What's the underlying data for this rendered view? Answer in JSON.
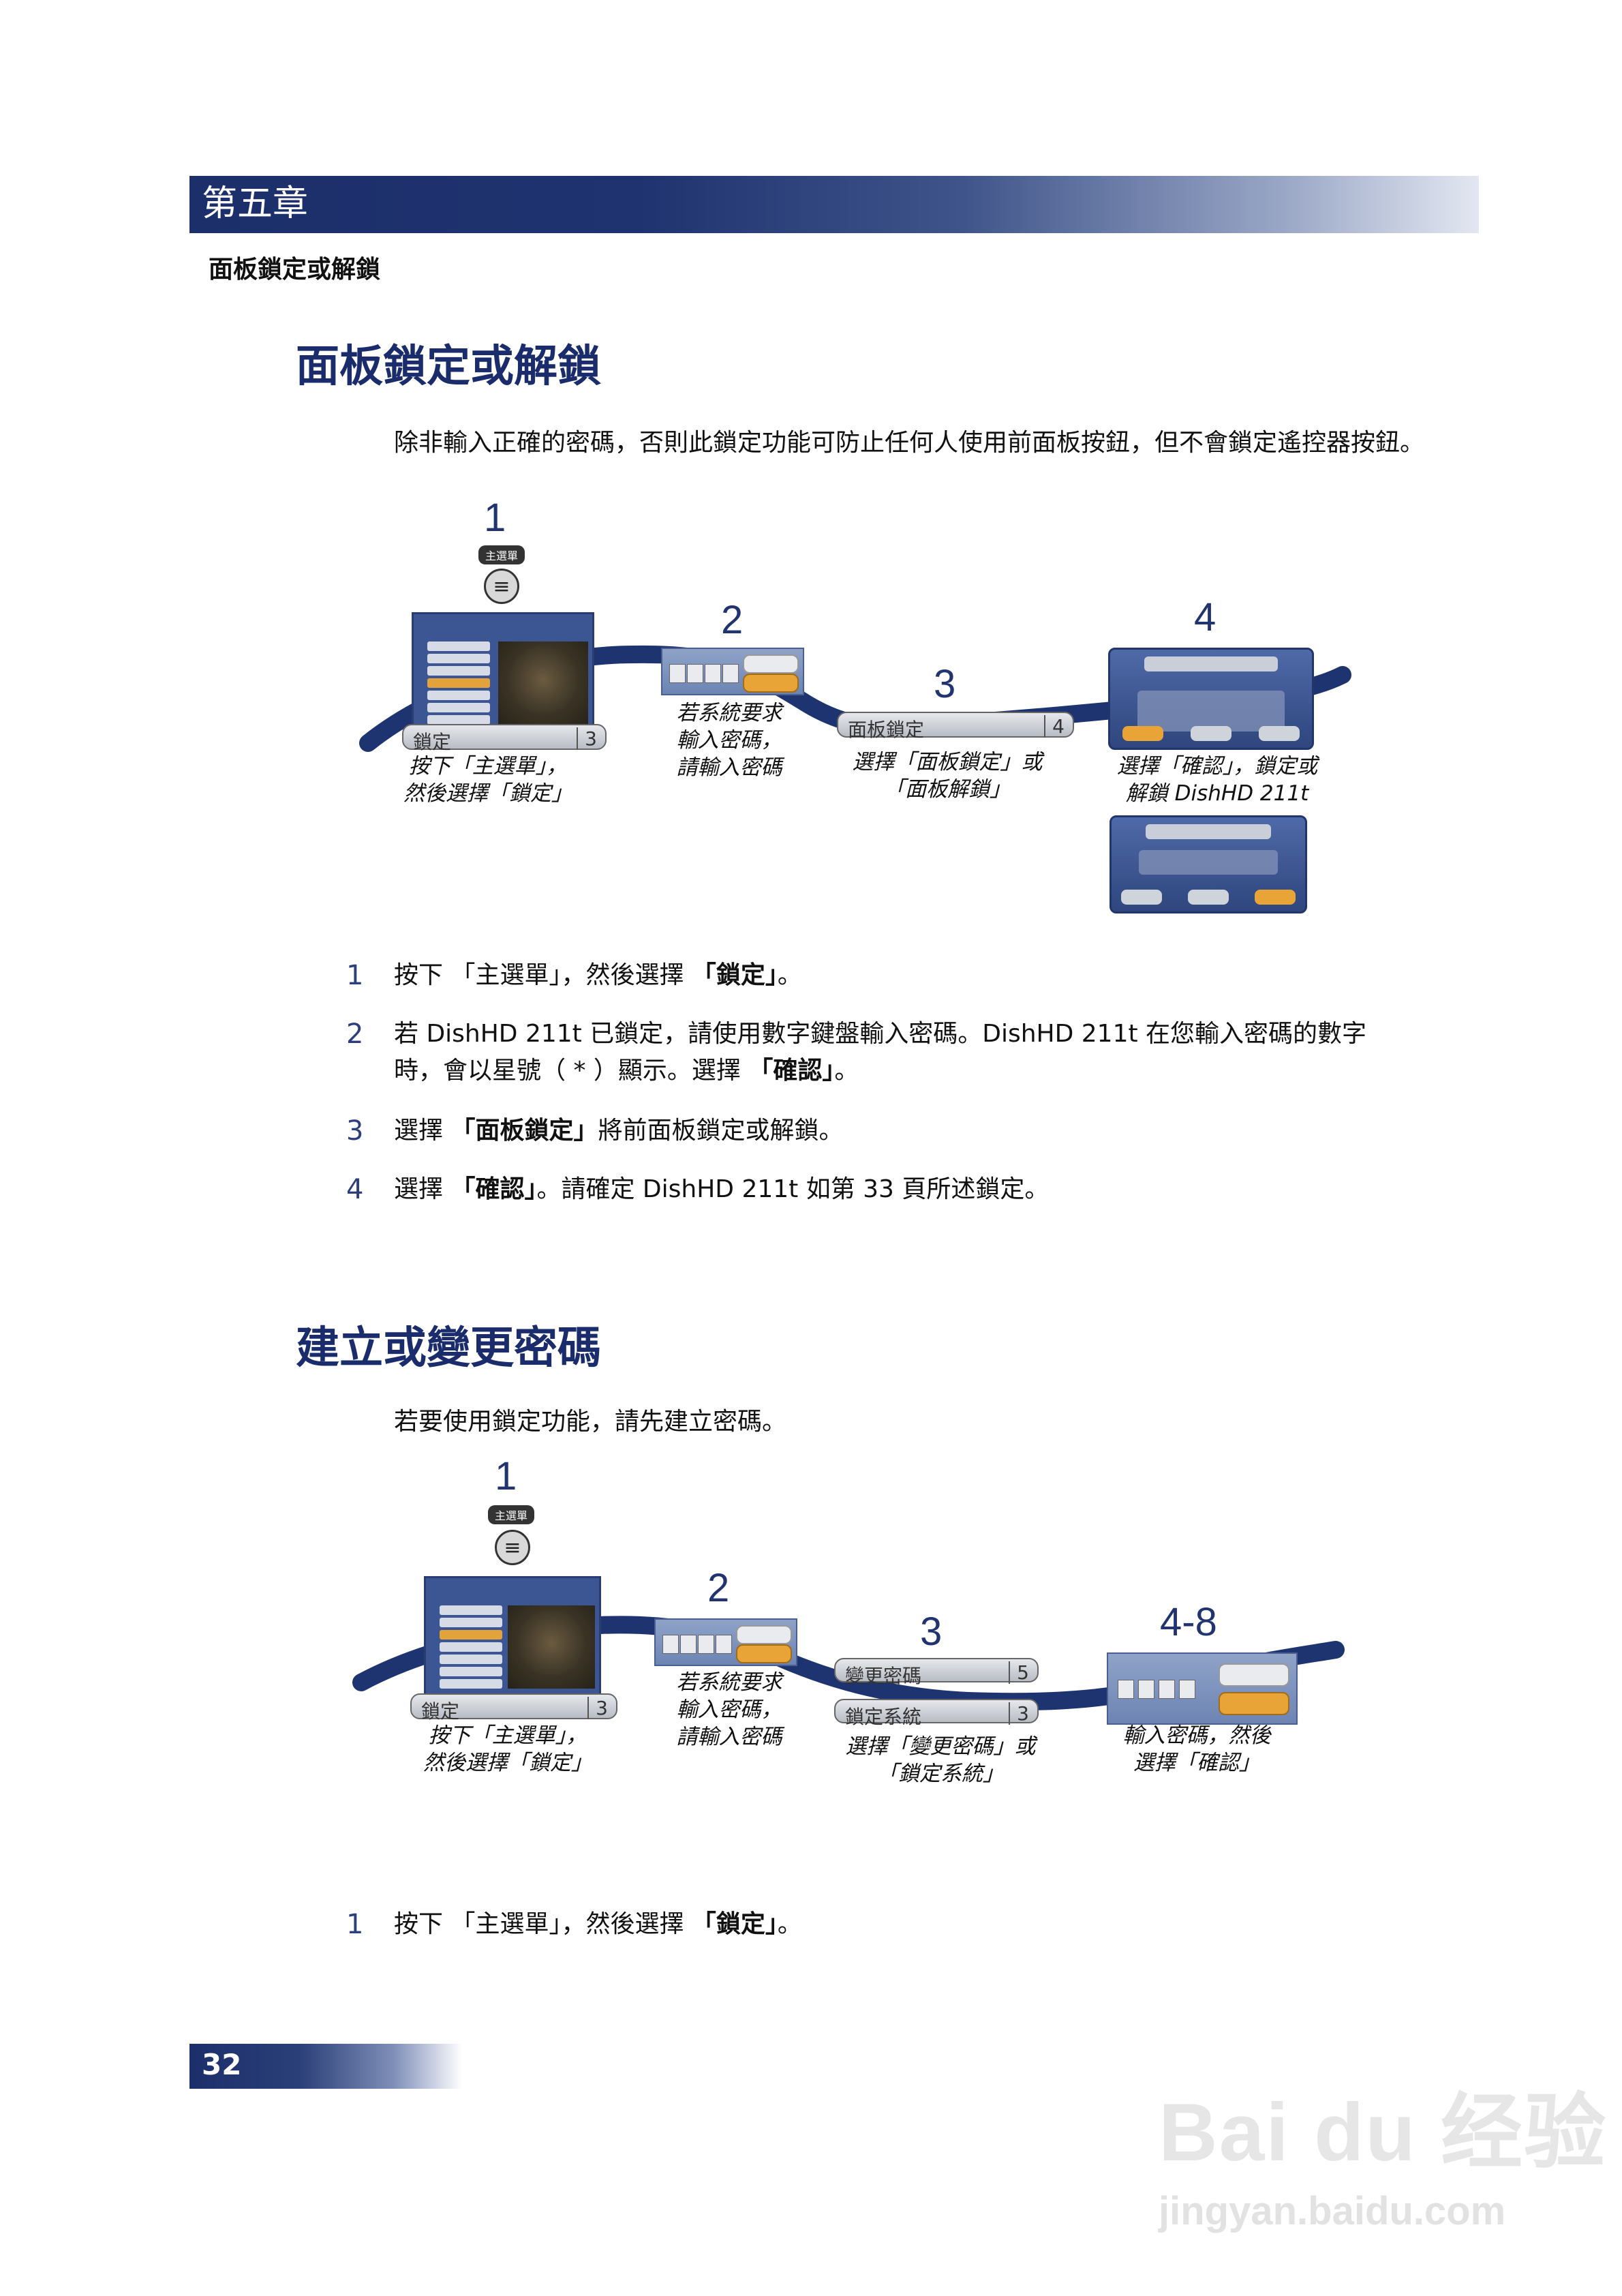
{
  "header": {
    "chapter": "第五章",
    "subtitle": "面板鎖定或解鎖"
  },
  "section1": {
    "title": "面板鎖定或解鎖",
    "intro": "除非輸入正確的密碼，否則此鎖定功能可防止任何人使用前面板按鈕，但不會鎖定遙控器按鈕。",
    "figure": {
      "step_numbers": [
        "1",
        "2",
        "3",
        "4"
      ],
      "menu_button_label": "主選單",
      "lock_bar": {
        "label": "鎖定",
        "count": "3"
      },
      "panel_lock_bar": {
        "label": "面板鎖定",
        "count": "4"
      },
      "captions": {
        "c1": [
          "按下「主選單」，",
          "然後選擇「鎖定」"
        ],
        "c2": [
          "若系統要求",
          "輸入密碼，",
          "請輸入密碼"
        ],
        "c3": [
          "選擇「面板鎖定」或",
          "「面板解鎖」"
        ],
        "c4": [
          "選擇「確認」，鎖定或",
          "解鎖 DishHD 211t"
        ]
      }
    },
    "steps": [
      {
        "num": "1",
        "parts": [
          "按下 「主選單」，然後選擇 ",
          "「鎖定」",
          "。"
        ]
      },
      {
        "num": "2",
        "line1": "若 DishHD 211t 已鎖定，請使用數字鍵盤輸入密碼。DishHD 211t 在您輸入密碼的數字",
        "line2_parts": [
          "時，會以星號（ * ）顯示。選擇 ",
          "「確認」",
          "。"
        ]
      },
      {
        "num": "3",
        "parts": [
          "選擇 ",
          "「面板鎖定」",
          "將前面板鎖定或解鎖。"
        ]
      },
      {
        "num": "4",
        "parts": [
          "選擇 ",
          "「確認」",
          "。請確定 DishHD 211t 如第 33 頁所述鎖定。"
        ]
      }
    ]
  },
  "section2": {
    "title": "建立或變更密碼",
    "intro": "若要使用鎖定功能，請先建立密碼。",
    "figure": {
      "step_numbers": [
        "1",
        "2",
        "3",
        "4-8"
      ],
      "menu_button_label": "主選單",
      "lock_bar": {
        "label": "鎖定",
        "count": "3"
      },
      "change_pw_bar": {
        "label": "變更密碼",
        "count": "5"
      },
      "lock_system_bar": {
        "label": "鎖定系統",
        "count": "3"
      },
      "captions": {
        "c1": [
          "按下「主選單」，",
          "然後選擇「鎖定」"
        ],
        "c2": [
          "若系統要求",
          "輸入密碼，",
          "請輸入密碼"
        ],
        "c3": [
          "選擇「變更密碼」或",
          "「鎖定系統」"
        ],
        "c4": [
          "輸入密碼，然後",
          "選擇「確認」"
        ]
      }
    },
    "steps": [
      {
        "num": "1",
        "parts": [
          "按下 「主選單」，然後選擇 ",
          "「鎖定」",
          "。"
        ]
      }
    ]
  },
  "footer": {
    "page_number": "32"
  },
  "watermark": {
    "logo": "Bai du 经验",
    "url": "jingyan.baidu.com"
  }
}
